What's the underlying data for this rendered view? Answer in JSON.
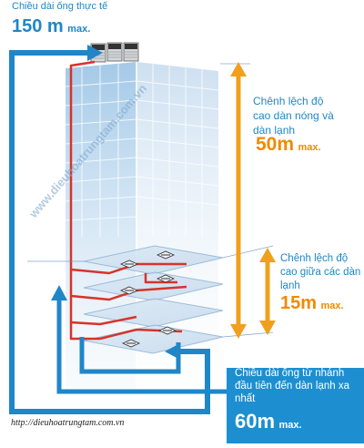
{
  "colors": {
    "pipe_blue": "#1f86c8",
    "refrigerant_red": "#d8332a",
    "height_orange": "#f0a01c",
    "building_glass": "#9fc6e6"
  },
  "icons": {
    "outdoor_unit": "outdoor-condenser-icon",
    "indoor_unit": "ceiling-cassette-icon"
  },
  "pipe_length": {
    "title": "Chiều dài ống thực tế",
    "value": "150 m",
    "unit": "max."
  },
  "height_diff_outdoor_indoor": {
    "text": "Chênh lệch độ cao dàn nóng và dàn lạnh",
    "value": "50m",
    "unit": "max."
  },
  "height_diff_indoor": {
    "text": "Chênh lệch độ cao giữa các dàn lạnh",
    "value": "15m",
    "unit": "max."
  },
  "branch_length": {
    "text": "Chiều dài ống từ nhánh đầu tiên đến dàn lạnh xa nhất",
    "value": "60m",
    "unit": "max."
  },
  "watermark": "www.dieuhoatrungtam.com.vn",
  "site_url": "http://dieuhoatrungtam.com.vn"
}
